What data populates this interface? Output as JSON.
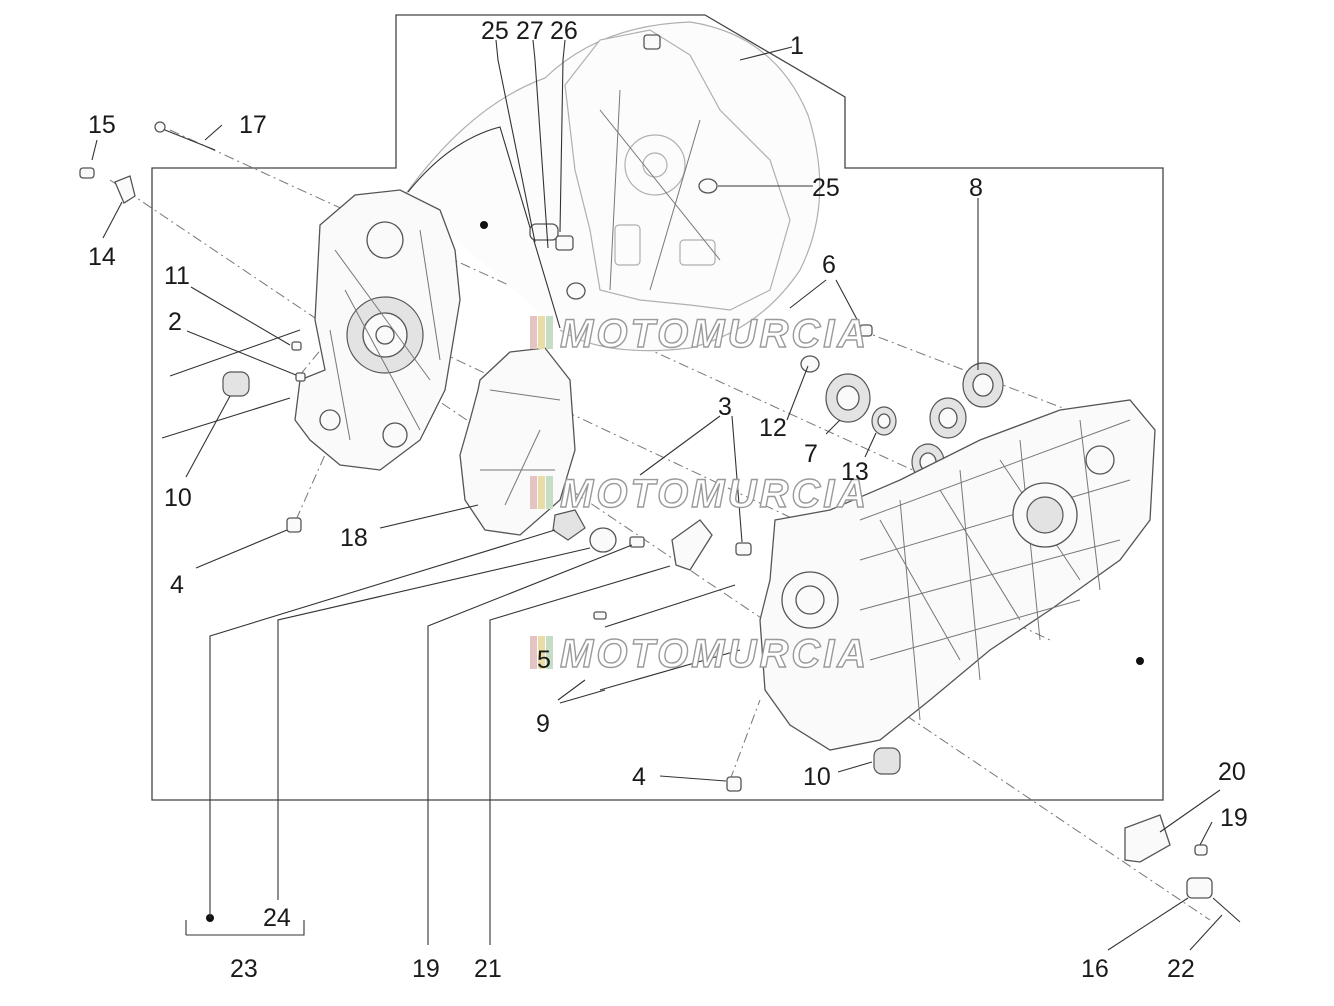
{
  "diagram": {
    "watermark": "MOTOMURCIA",
    "callouts": [
      {
        "id": "c1",
        "label": "1"
      },
      {
        "id": "c2",
        "label": "2"
      },
      {
        "id": "c3",
        "label": "3"
      },
      {
        "id": "c4a",
        "label": "4"
      },
      {
        "id": "c4b",
        "label": "4"
      },
      {
        "id": "c5",
        "label": "5"
      },
      {
        "id": "c6",
        "label": "6"
      },
      {
        "id": "c7",
        "label": "7"
      },
      {
        "id": "c8",
        "label": "8"
      },
      {
        "id": "c9",
        "label": "9"
      },
      {
        "id": "c10a",
        "label": "10"
      },
      {
        "id": "c10b",
        "label": "10"
      },
      {
        "id": "c11",
        "label": "11"
      },
      {
        "id": "c12",
        "label": "12"
      },
      {
        "id": "c13",
        "label": "13"
      },
      {
        "id": "c14",
        "label": "14"
      },
      {
        "id": "c15",
        "label": "15"
      },
      {
        "id": "c16",
        "label": "16"
      },
      {
        "id": "c17",
        "label": "17"
      },
      {
        "id": "c18",
        "label": "18"
      },
      {
        "id": "c19a",
        "label": "19"
      },
      {
        "id": "c19b",
        "label": "19"
      },
      {
        "id": "c20",
        "label": "20"
      },
      {
        "id": "c21",
        "label": "21"
      },
      {
        "id": "c22",
        "label": "22"
      },
      {
        "id": "c23",
        "label": "23"
      },
      {
        "id": "c24",
        "label": "24"
      },
      {
        "id": "c25a",
        "label": "25"
      },
      {
        "id": "c25b",
        "label": "25"
      },
      {
        "id": "c26",
        "label": "26"
      },
      {
        "id": "c27",
        "label": "27"
      }
    ]
  }
}
